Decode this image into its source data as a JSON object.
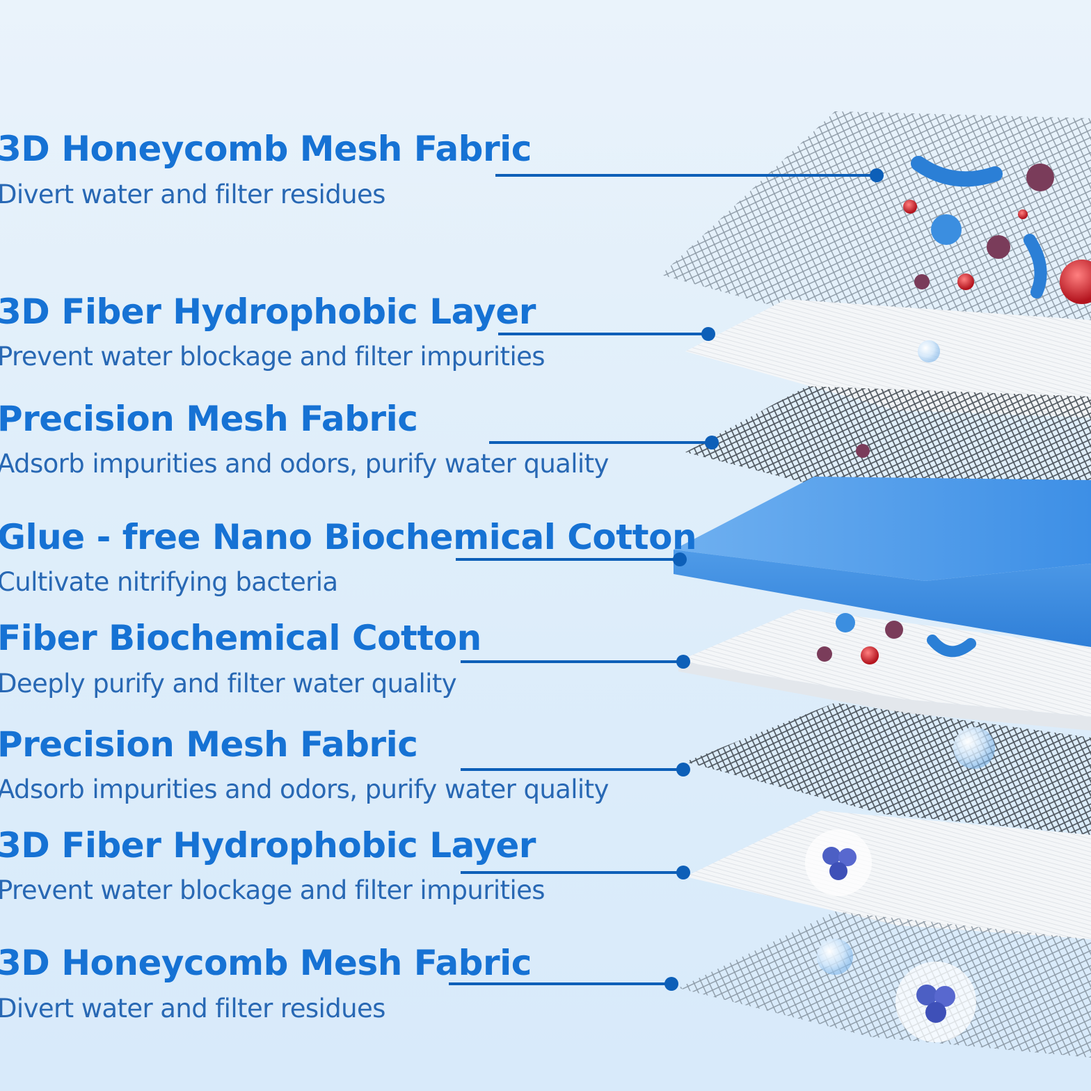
{
  "colors": {
    "title": "#1672d4",
    "subtitle": "#2868b4",
    "leader": "#0d5fb8",
    "cotton_blue": "#4f9be8",
    "mesh_gray": "#7d8a96"
  },
  "layers": [
    {
      "title": "3D Honeycomb Mesh Fabric",
      "subtitle": "Divert water and filter residues",
      "material": "honeycomb-mesh"
    },
    {
      "title": "3D Fiber Hydrophobic Layer",
      "subtitle": "Prevent water blockage and filter impurities",
      "material": "white-fiber"
    },
    {
      "title": "Precision Mesh Fabric",
      "subtitle": "Adsorb impurities and odors, purify water quality",
      "material": "dark-mesh"
    },
    {
      "title": "Glue - free Nano Biochemical Cotton",
      "subtitle": "Cultivate nitrifying bacteria",
      "material": "blue-cotton"
    },
    {
      "title": "Fiber Biochemical Cotton",
      "subtitle": "Deeply purify and filter water quality",
      "material": "white-fiber"
    },
    {
      "title": "Precision Mesh Fabric",
      "subtitle": "Adsorb impurities and odors, purify water quality",
      "material": "dark-mesh"
    },
    {
      "title": "3D Fiber Hydrophobic Layer",
      "subtitle": "Prevent water blockage and filter impurities",
      "material": "white-fiber"
    },
    {
      "title": "3D Honeycomb Mesh Fabric",
      "subtitle": "Divert water and filter residues",
      "material": "honeycomb-mesh"
    }
  ],
  "illustrations": [
    "bacteria-icon",
    "virus-icon",
    "red-blood-cell-icon",
    "water-droplet-icon",
    "h2o-icon",
    "microbe-cluster-icon"
  ]
}
